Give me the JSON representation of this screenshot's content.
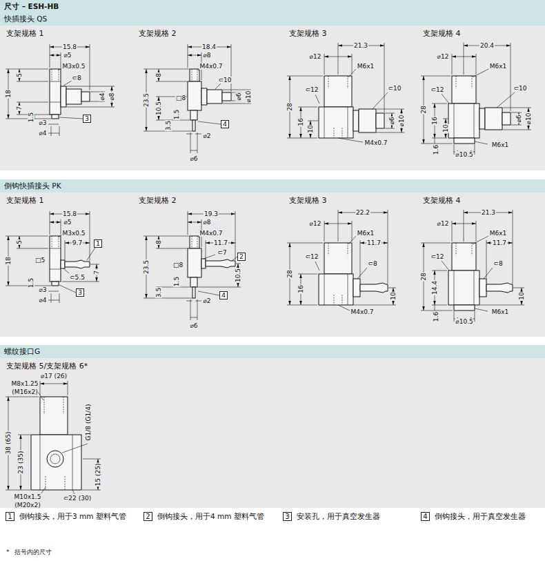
{
  "diagram": {
    "title": "尺寸 – ESH-HB",
    "nodes": [
      {
        "text": [
          "快插接头 QS"
        ]
      },
      {
        "text": [
          "3"
        ]
      },
      {
        "text": [
          "4"
        ]
      },
      {
        "text": [
          "倒钩快插接头 PK"
        ]
      },
      {
        "text": [
          "1"
        ]
      },
      {
        "text": [
          "3"
        ]
      },
      {
        "text": [
          "2"
        ]
      },
      {
        "text": [
          "4"
        ]
      },
      {
        "text": [
          "螺纹接口G"
        ]
      },
      {
        "text": [
          "1",
          "倒钩接头，用于3 mm 塑料气管"
        ]
      },
      {
        "text": [
          "2",
          "倒钩接头，用于4 mm 塑料气管"
        ]
      },
      {
        "text": [
          "3",
          "安装孔，用于真空发生器"
        ]
      },
      {
        "text": [
          "4",
          "倒钩接头，用于真空发生器"
        ]
      }
    ],
    "labels": [
      "支架规格 1",
      "15.8",
      "⌀5",
      "M3x0.5",
      "⊂8",
      "18",
      "5",
      "7",
      "1.5",
      "⌀4",
      "⌀8",
      "⌀3",
      "⌀4",
      "支架规格 2",
      "18.4",
      "⌀8",
      "M4x0.7",
      "⊂10",
      "□8",
      "23.5",
      "8",
      "10.5",
      "3.5",
      "1.5",
      "⌀6",
      "⌀10",
      "⌀2",
      "⌀6",
      "支架规格 3",
      "21.3",
      "⌀12",
      "M6x1",
      "⊂12",
      "⊂10",
      "28",
      "16",
      "10",
      "⌀6",
      "⌀10",
      "M4x0.7",
      "支架规格 4",
      "20.4",
      "⌀12",
      "M6x1",
      "⊂12",
      "⊂10",
      "⌀6",
      "⌀10",
      "28",
      "16",
      "10",
      "1.6",
      "M6x1",
      "⌀10.5",
      "支架规格 1",
      "15.8",
      "⌀5",
      "M3x0.5",
      "9.7",
      "18",
      "5",
      "□5",
      "1.5",
      "⊂5.5",
      "7",
      "⌀3",
      "⌀4",
      "支架规格 2",
      "19.3",
      "⌀8",
      "M4x0.7",
      "11.7",
      "⊂7",
      "23.5",
      "8",
      "□8",
      "1.5",
      "10.5",
      "3.5",
      "⌀2",
      "⌀6",
      "支架规格 3",
      "22.2",
      "⌀12",
      "M6x1",
      "11.7",
      "⊂12",
      "⊂8",
      "28",
      "16",
      "10",
      "M4x0.7",
      "支架规格 4",
      "21.3",
      "⌀12",
      "M6x1",
      "11.7",
      "⊂12",
      "⊂8",
      "28",
      "14.4",
      "10",
      "1.6",
      "M6x1",
      "⌀10.5",
      "支架规格 5/支架规格 6*",
      "⌀17 (26)",
      "M8x1.25",
      "(M16x2)",
      "38 (65)",
      "23 (35)",
      "G1/8 (G1/4)",
      "15 (25)",
      "M10x1.5",
      "(M20x2)",
      "⊂22 (30)",
      "*",
      "括号内的尺寸"
    ]
  }
}
